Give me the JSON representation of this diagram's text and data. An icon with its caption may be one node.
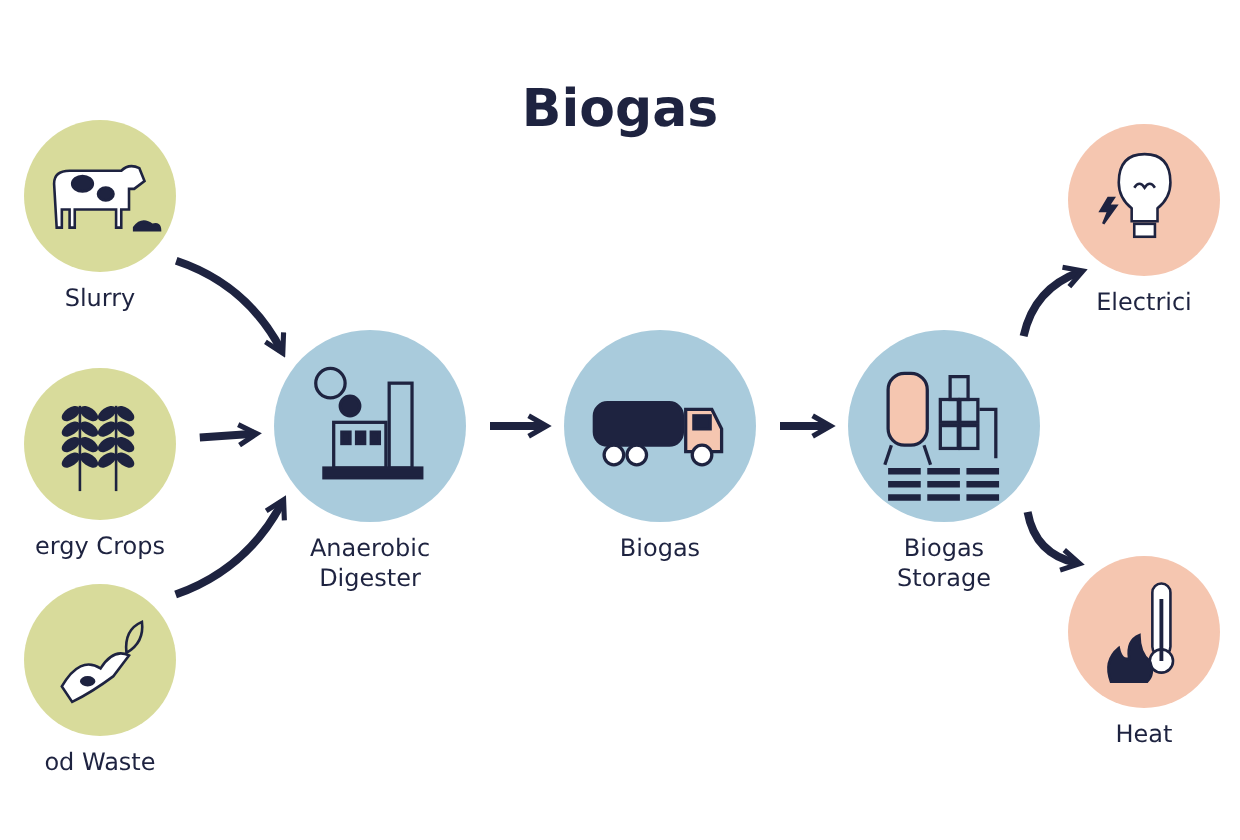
{
  "diagram": {
    "title": "Biogas",
    "nodes": [
      {
        "text": [
          "Slurry"
        ]
      },
      {
        "text": [
          "ergy Crops"
        ]
      },
      {
        "text": [
          "od Waste"
        ]
      },
      {
        "text": [
          "Anaerobic Digester"
        ]
      },
      {
        "text": [
          "Biogas"
        ]
      },
      {
        "text": [
          "Biogas Storage"
        ]
      },
      {
        "text": [
          "Electrici"
        ]
      },
      {
        "text": [
          "Heat"
        ]
      }
    ],
    "edges": [
      {
        "from": 0,
        "to": 3,
        "arrow": "to"
      },
      {
        "from": 1,
        "to": 3,
        "arrow": "to"
      },
      {
        "from": 2,
        "to": 3,
        "arrow": "to"
      },
      {
        "from": 3,
        "to": 4,
        "arrow": "to"
      },
      {
        "from": 4,
        "to": 5,
        "arrow": "to"
      },
      {
        "from": 5,
        "to": 6,
        "arrow": "to"
      },
      {
        "from": 5,
        "to": 7,
        "arrow": "to"
      }
    ]
  }
}
